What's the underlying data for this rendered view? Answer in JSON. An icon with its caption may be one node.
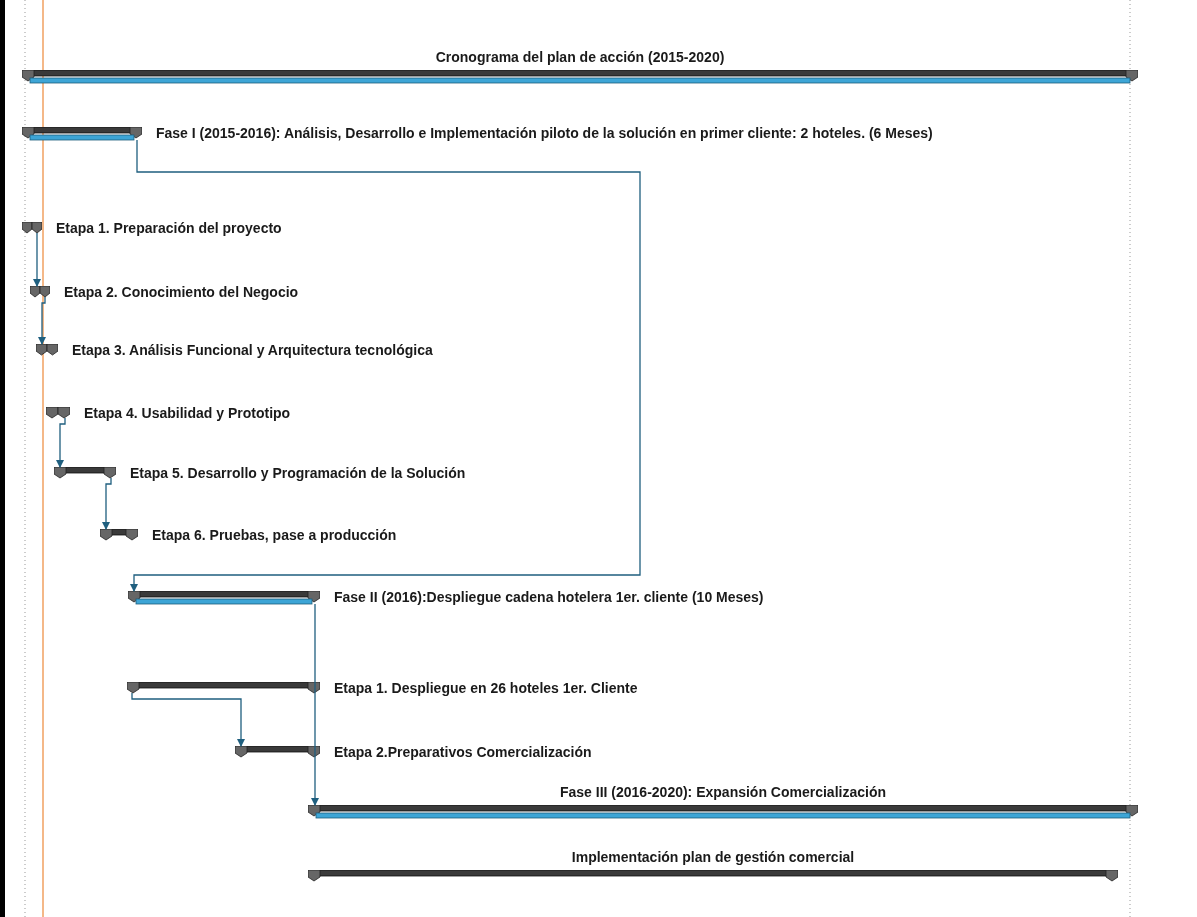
{
  "diagram": {
    "nodes": [
      {
        "text": [
          "Cronograma del plan de acción (2015-2020)"
        ]
      },
      {
        "text": [
          "Fase I  (2015-2016): Análisis, Desarrollo e Implementación piloto de la solución en primer cliente: 2 hoteles. (6 Meses)"
        ]
      },
      {
        "text": [
          "Etapa 1. Preparación del proyecto"
        ]
      },
      {
        "text": [
          "Etapa 2. Conocimiento del Negocio"
        ]
      },
      {
        "text": [
          "Etapa 3. Análisis Funcional y Arquitectura tecnológica"
        ]
      },
      {
        "text": [
          "Etapa 4. Usabilidad y Prototipo"
        ]
      },
      {
        "text": [
          "Etapa 5. Desarrollo y Programación de la Solución"
        ]
      },
      {
        "text": [
          "Etapa 6. Pruebas, pase a producción"
        ]
      },
      {
        "text": [
          "Fase II (2016):Despliegue cadena hotelera 1er. cliente (10 Meses)"
        ]
      },
      {
        "text": [
          "Etapa 1. Despliegue en 26 hoteles 1er. Cliente"
        ]
      },
      {
        "text": [
          "Etapa 2.Preparativos Comercialización"
        ]
      },
      {
        "text": [
          "Fase III (2016-2020): Expansión Comercialización"
        ]
      },
      {
        "text": [
          "Implementación plan de gestión comercial"
        ]
      }
    ],
    "edges": [
      {
        "from": 1,
        "to": 8,
        "arrow": "to"
      },
      {
        "from": 2,
        "to": 3,
        "arrow": "to"
      },
      {
        "from": 3,
        "to": 4,
        "arrow": "to"
      },
      {
        "from": 5,
        "to": 6,
        "arrow": "to"
      },
      {
        "from": 6,
        "to": 7,
        "arrow": "to"
      },
      {
        "from": 9,
        "to": 10,
        "arrow": "to"
      },
      {
        "from": 8,
        "to": 11,
        "arrow": "to"
      }
    ]
  }
}
